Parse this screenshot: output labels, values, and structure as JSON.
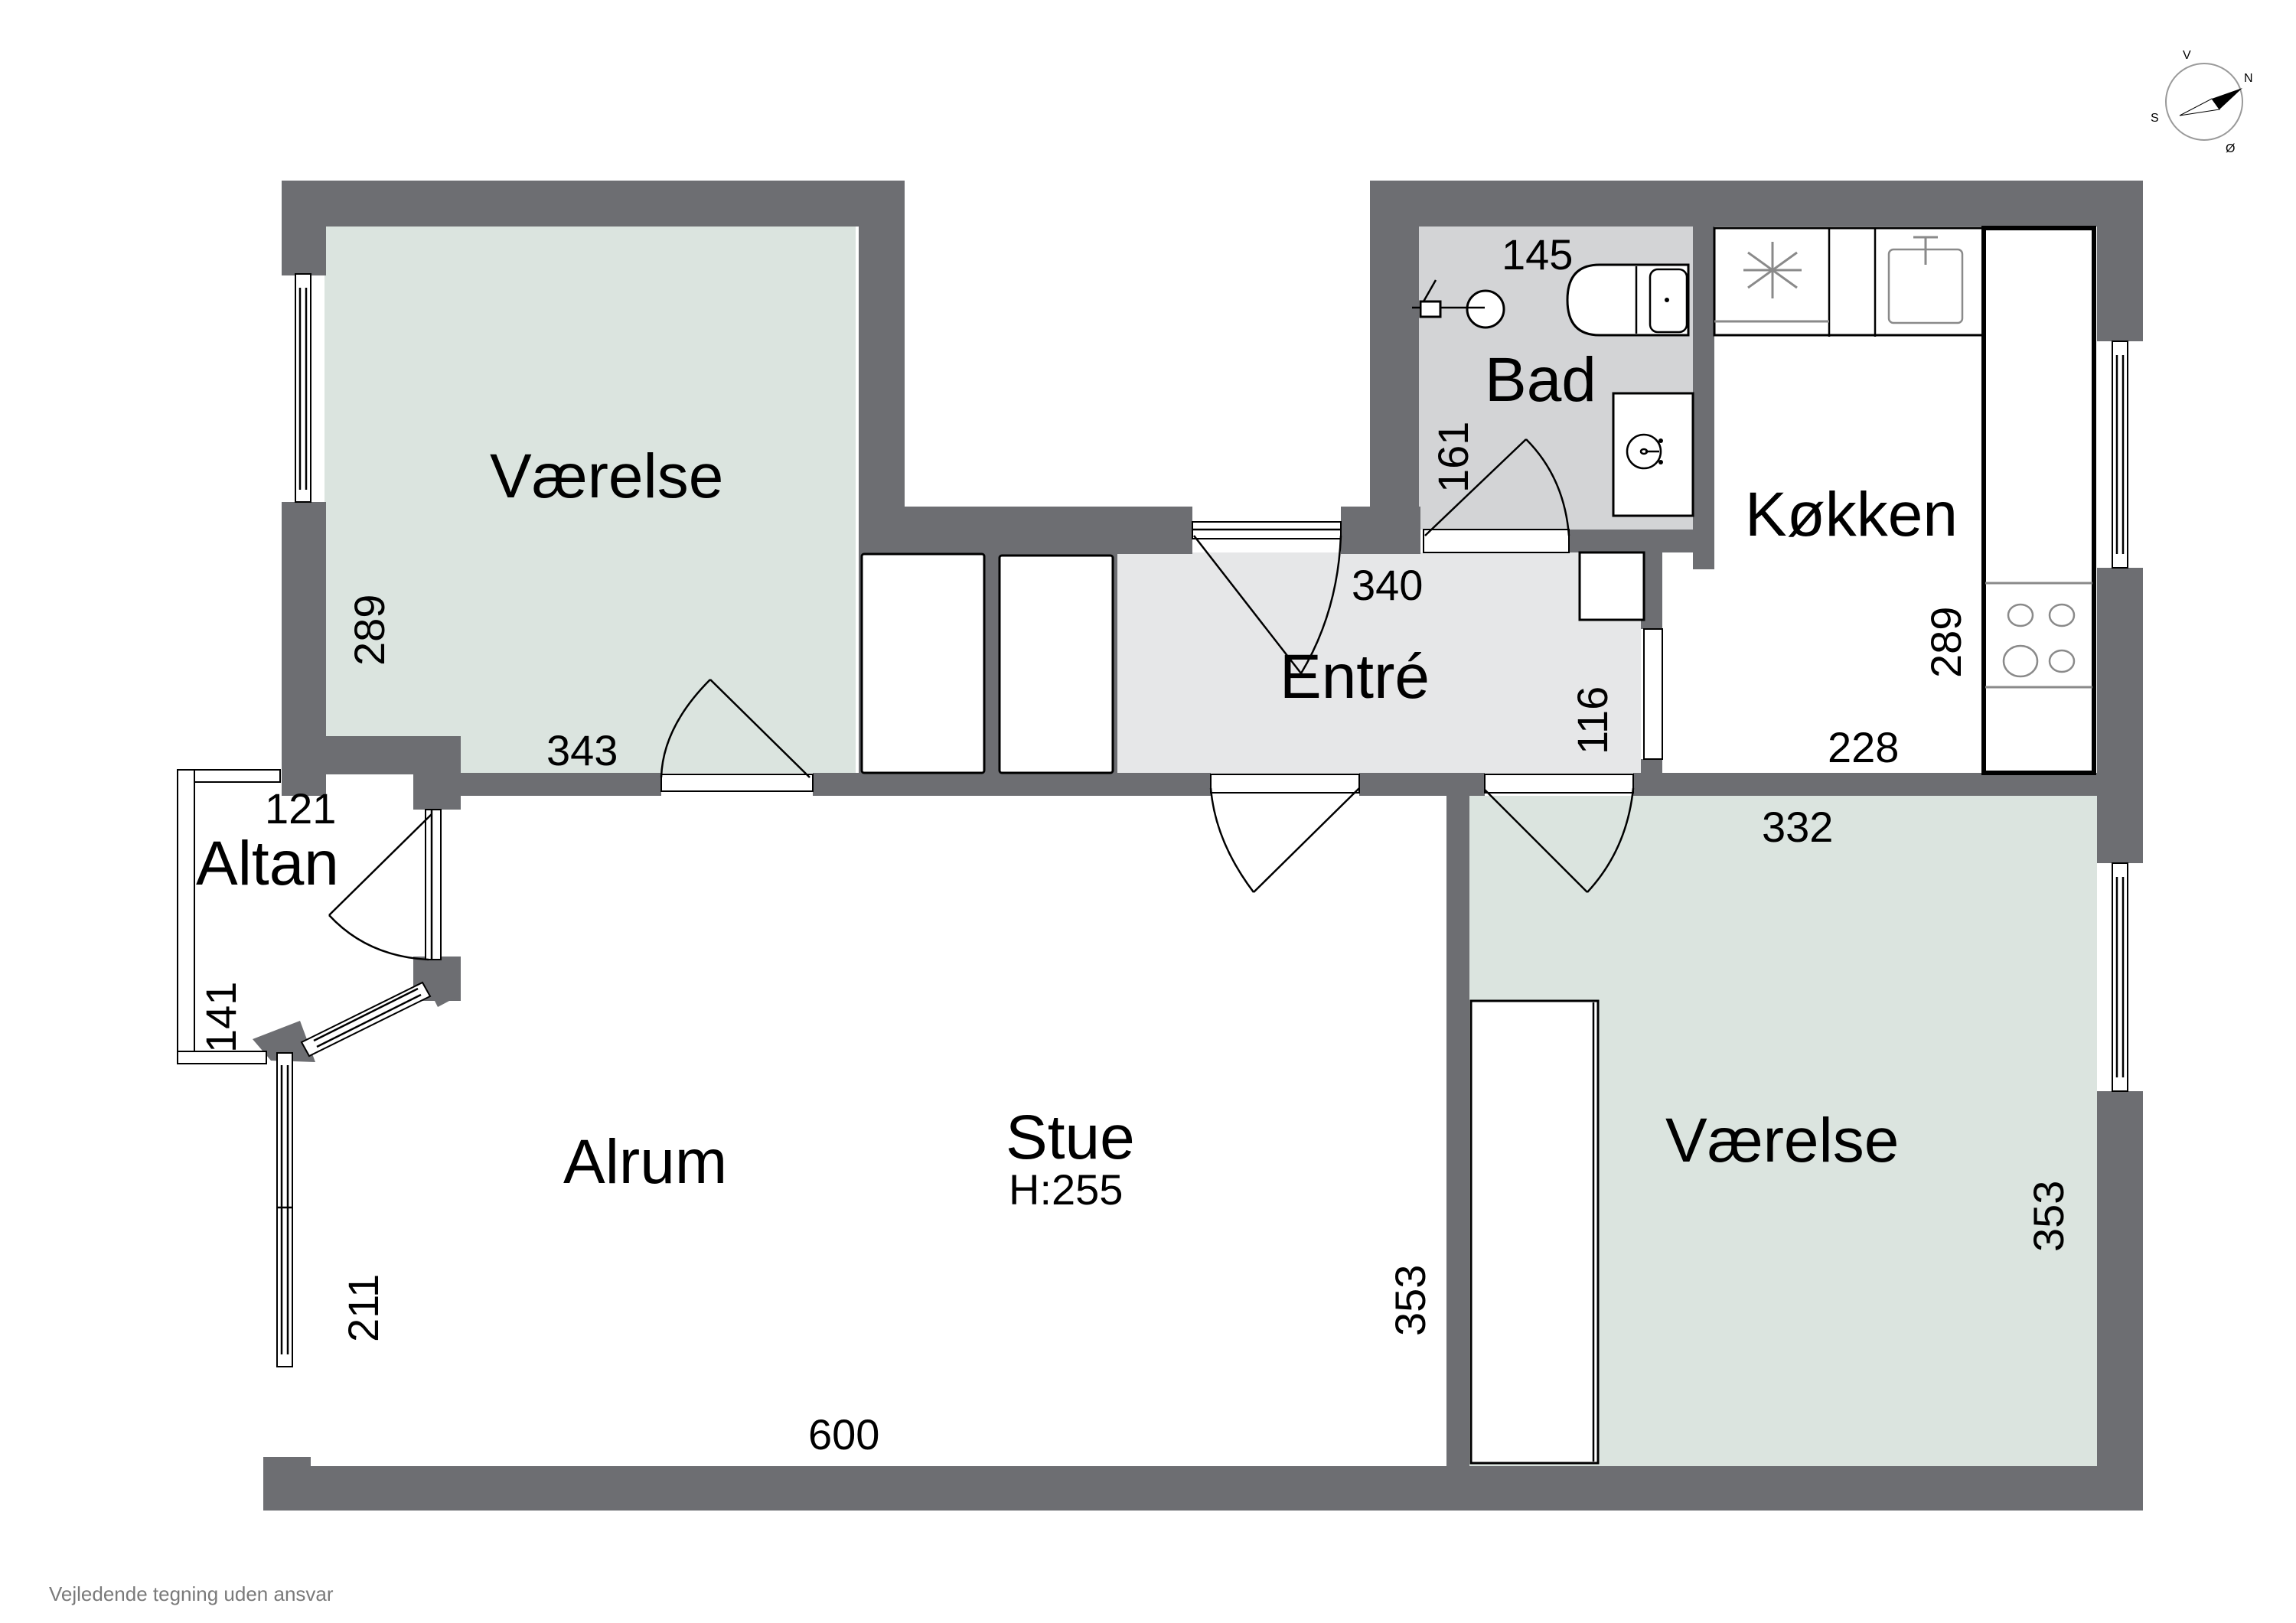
{
  "floorplan": {
    "title": "Apartment floor plan",
    "colors": {
      "wall": "#6d6e72",
      "bedroom_fill": "#dbe4df",
      "bath_fill": "#d3d4d6",
      "entry_fill": "#e6e7e8",
      "living_fill": "#ffffff"
    },
    "rooms": {
      "bedroom_1": {
        "label": "Værelse",
        "dim_width": "343",
        "dim_height": "289"
      },
      "bath": {
        "label": "Bad",
        "dim_width": "145",
        "dim_height": "161"
      },
      "kitchen": {
        "label": "Køkken",
        "dim_width": "228",
        "dim_height": "289"
      },
      "entry": {
        "label": "Entré",
        "dim_width": "340",
        "dim_height": "116"
      },
      "balcony": {
        "label": "Altan",
        "dim_width": "121",
        "dim_height": "141"
      },
      "living": {
        "label": "Stue",
        "height_note": "H:255",
        "dim_width": "600",
        "dim_height": "353",
        "dim_left": "211"
      },
      "family_room": {
        "label": "Alrum"
      },
      "bedroom_2": {
        "label": "Værelse",
        "dim_width": "332",
        "dim_height": "353"
      }
    },
    "compass": {
      "icon": "compass-icon",
      "labels": {
        "n": "N",
        "s": "S",
        "v": "V",
        "o": "Ø"
      }
    },
    "disclaimer": "Vejledende tegning uden ansvar"
  }
}
